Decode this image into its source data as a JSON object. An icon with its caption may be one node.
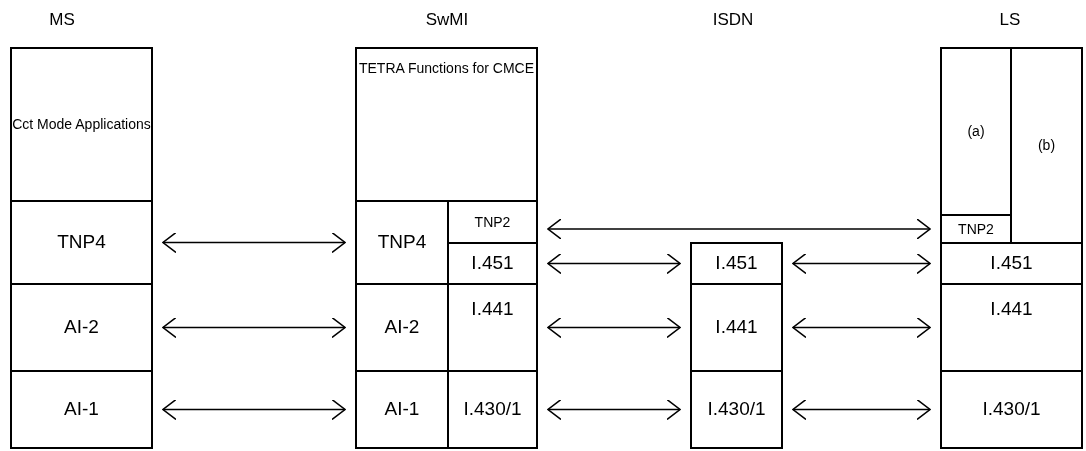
{
  "diagram": {
    "nodes": [
      {
        "text": [
          "Cct Mode Applications"
        ]
      },
      {
        "text": [
          "TNP4"
        ]
      },
      {
        "text": [
          "AI-2"
        ]
      },
      {
        "text": [
          "AI-1"
        ]
      },
      {
        "text": [
          "TETRA Functions for CMCE"
        ]
      },
      {
        "text": [
          "TNP4"
        ]
      },
      {
        "text": [
          "TNP2"
        ]
      },
      {
        "text": [
          "I.451"
        ]
      },
      {
        "text": [
          "AI-2"
        ]
      },
      {
        "text": [
          "I.441"
        ]
      },
      {
        "text": [
          "AI-1"
        ]
      },
      {
        "text": [
          "I.430/1"
        ]
      },
      {
        "text": [
          "I.451"
        ]
      },
      {
        "text": [
          "I.441"
        ]
      },
      {
        "text": [
          "I.430/1"
        ]
      },
      {
        "text": [
          "(a)"
        ]
      },
      {
        "text": [
          "(b)"
        ]
      },
      {
        "text": [
          "TNP2"
        ]
      },
      {
        "text": [
          "I.451"
        ]
      },
      {
        "text": [
          "I.441"
        ]
      },
      {
        "text": [
          "I.430/1"
        ]
      }
    ],
    "edges": [
      {
        "from": 1,
        "to": 5,
        "arrow": "both"
      },
      {
        "from": 6,
        "to": 17,
        "arrow": "both"
      },
      {
        "from": 7,
        "to": 12,
        "arrow": "both"
      },
      {
        "from": 12,
        "to": 18,
        "arrow": "both"
      },
      {
        "from": 2,
        "to": 8,
        "arrow": "both"
      },
      {
        "from": 9,
        "to": 13,
        "arrow": "both"
      },
      {
        "from": 13,
        "to": 19,
        "arrow": "both"
      },
      {
        "from": 3,
        "to": 10,
        "arrow": "both"
      },
      {
        "from": 11,
        "to": 14,
        "arrow": "both"
      },
      {
        "from": 14,
        "to": 20,
        "arrow": "both"
      }
    ],
    "labels": [
      "MS",
      "SwMI",
      "ISDN",
      "LS"
    ]
  }
}
